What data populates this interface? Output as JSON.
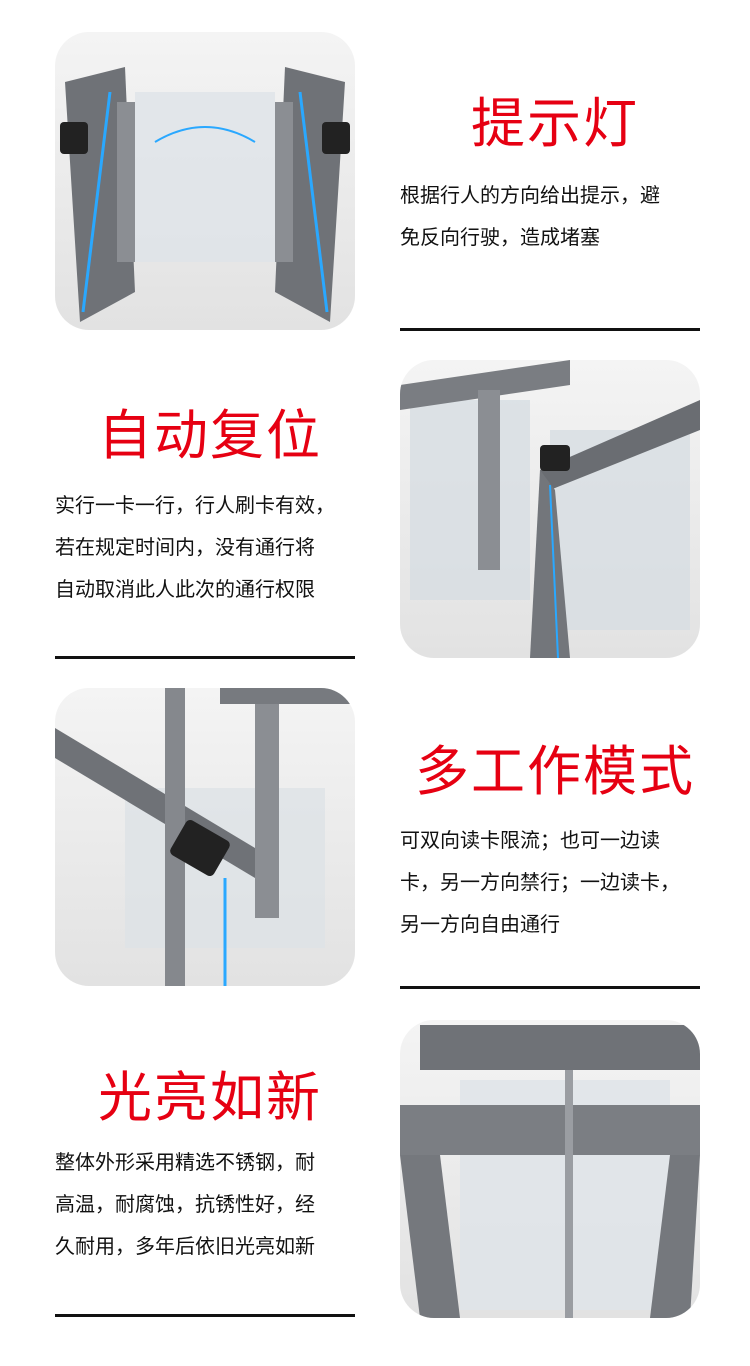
{
  "sections": [
    {
      "title": "提示灯",
      "lines": [
        "根据行人的方向给出提示，避",
        "免反向行驶，造成堵塞"
      ]
    },
    {
      "title": "自动复位",
      "lines": [
        "实行一卡一行，行人刷卡有效，",
        "若在规定时间内，没有通行将",
        "自动取消此人此次的通行权限"
      ]
    },
    {
      "title": "多工作模式",
      "lines": [
        "可双向读卡限流；也可一边读",
        "卡，另一方向禁行；一边读卡，",
        "另一方向自由通行"
      ]
    },
    {
      "title": "光亮如新",
      "lines": [
        "整体外形采用精选不锈钢，耐",
        "高温，耐腐蚀，抗锈性好，经",
        "久耐用，多年后依旧光亮如新"
      ]
    }
  ],
  "colors": {
    "title": "#e60012",
    "led_blue": "#2aa8ff",
    "led_green": "#39d43a",
    "steel": "#7a7d82"
  }
}
